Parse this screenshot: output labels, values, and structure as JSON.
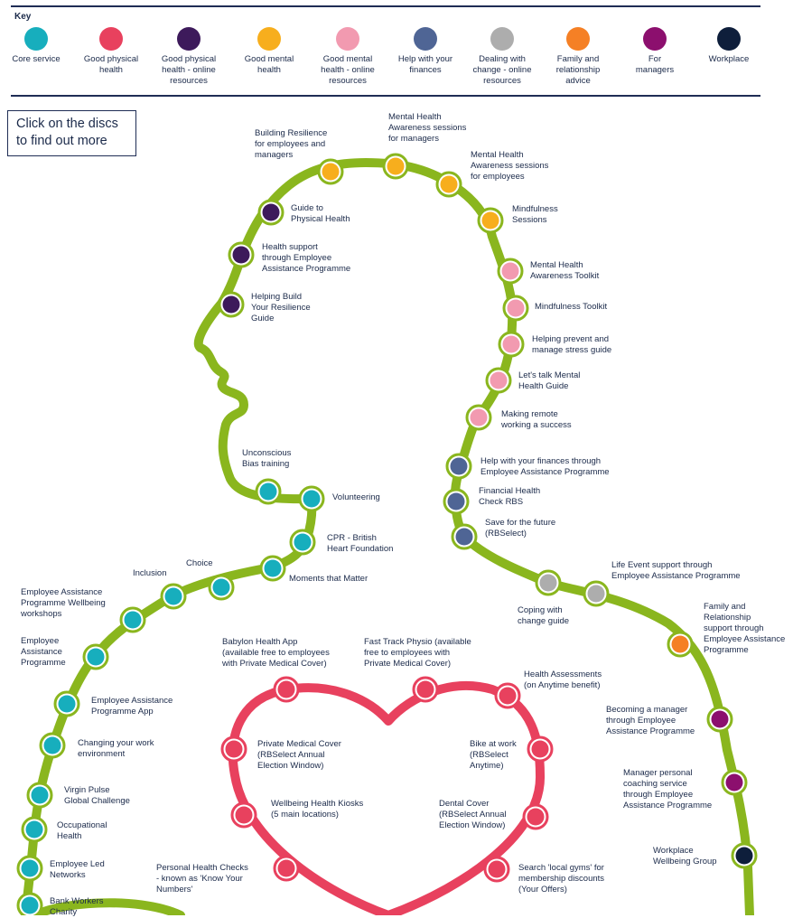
{
  "key": {
    "title": "Key",
    "items": [
      {
        "label": "Core service",
        "color": "#17aebd"
      },
      {
        "label": "Good physical\nhealth",
        "color": "#e8415e"
      },
      {
        "label": "Good physical\nhealth - online\nresources",
        "color": "#3d1a5b"
      },
      {
        "label": "Good mental\nhealth",
        "color": "#f7ae1d"
      },
      {
        "label": "Good mental\nhealth - online\nresources",
        "color": "#f29ab0"
      },
      {
        "label": "Help with your\nfinances",
        "color": "#4f6595"
      },
      {
        "label": "Dealing with\nchange - online\nresources",
        "color": "#adadad"
      },
      {
        "label": "Family and\nrelationship\nadvice",
        "color": "#f58025"
      },
      {
        "label": "For\nmanagers",
        "color": "#8c0f6e"
      },
      {
        "label": "Workplace",
        "color": "#0e1e3b"
      }
    ]
  },
  "instruction": "Click on the discs\nto find out more",
  "line_color": "#8ab61e",
  "heart_color": "#e8415e",
  "stops": [
    {
      "label": "Building Resilience\nfor employees and\nmanagers",
      "color": "#f7ae1d"
    },
    {
      "label": "Mental Health\nAwareness sessions\nfor managers",
      "color": "#f7ae1d"
    },
    {
      "label": "Mental Health\nAwareness sessions\nfor employees",
      "color": "#f7ae1d"
    },
    {
      "label": "Mindfulness\nSessions",
      "color": "#f7ae1d"
    },
    {
      "label": "Guide to\nPhysical Health",
      "color": "#3d1a5b"
    },
    {
      "label": "Health support\nthrough Employee\nAssistance Programme",
      "color": "#3d1a5b"
    },
    {
      "label": "Helping Build\nYour Resilience\nGuide",
      "color": "#3d1a5b"
    },
    {
      "label": "Mental Health\nAwareness Toolkit",
      "color": "#f29ab0"
    },
    {
      "label": "Mindfulness Toolkit",
      "color": "#f29ab0"
    },
    {
      "label": "Helping prevent and\nmanage stress guide",
      "color": "#f29ab0"
    },
    {
      "label": "Let's talk Mental\nHealth Guide",
      "color": "#f29ab0"
    },
    {
      "label": "Making remote\nworking a success",
      "color": "#f29ab0"
    },
    {
      "label": "Help with your finances through\nEmployee Assistance Programme",
      "color": "#4f6595"
    },
    {
      "label": "Financial Health\nCheck RBS",
      "color": "#4f6595"
    },
    {
      "label": "Save for the future\n(RBSelect)",
      "color": "#4f6595"
    },
    {
      "label": "Unconscious\nBias training",
      "color": "#17aebd"
    },
    {
      "label": "Volunteering",
      "color": "#17aebd"
    },
    {
      "label": "CPR - British\nHeart Foundation",
      "color": "#17aebd"
    },
    {
      "label": "Moments that Matter",
      "color": "#17aebd"
    },
    {
      "label": "Choice",
      "color": "#17aebd"
    },
    {
      "label": "Inclusion",
      "color": "#17aebd"
    },
    {
      "label": "Employee Assistance\nProgramme Wellbeing\nworkshops",
      "color": "#17aebd"
    },
    {
      "label": "Employee\nAssistance\nProgramme",
      "color": "#17aebd"
    },
    {
      "label": "Employee Assistance\nProgramme App",
      "color": "#17aebd"
    },
    {
      "label": "Changing your work\nenvironment",
      "color": "#17aebd"
    },
    {
      "label": "Virgin Pulse\nGlobal Challenge",
      "color": "#17aebd"
    },
    {
      "label": "Occupational\nHealth",
      "color": "#17aebd"
    },
    {
      "label": "Employee Led\nNetworks",
      "color": "#17aebd"
    },
    {
      "label": "Bank Workers\nCharity",
      "color": "#17aebd"
    },
    {
      "label": "Coping with\nchange guide",
      "color": "#adadad"
    },
    {
      "label": "Life Event support through\nEmployee Assistance Programme",
      "color": "#adadad"
    },
    {
      "label": "Family and\nRelationship\nsupport through\nEmployee Assistance\nProgramme",
      "color": "#f58025"
    },
    {
      "label": "Becoming a manager\nthrough Employee\nAssistance Programme",
      "color": "#8c0f6e"
    },
    {
      "label": "Manager personal\ncoaching service\nthrough Employee\nAssistance Programme",
      "color": "#8c0f6e"
    },
    {
      "label": "Workplace\nWellbeing Group",
      "color": "#0e1e3b"
    },
    {
      "label": "Babylon Health App\n(available free to employees\nwith Private Medical Cover)",
      "color": "#e8415e"
    },
    {
      "label": "Fast Track Physio (available\nfree to employees with\nPrivate Medical Cover)",
      "color": "#e8415e"
    },
    {
      "label": "Health Assessments\n(on Anytime benefit)",
      "color": "#e8415e"
    },
    {
      "label": "Private Medical Cover\n(RBSelect Annual\nElection Window)",
      "color": "#e8415e"
    },
    {
      "label": "Bike at work\n(RBSelect\nAnytime)",
      "color": "#e8415e"
    },
    {
      "label": "Wellbeing Health Kiosks\n(5 main locations)",
      "color": "#e8415e"
    },
    {
      "label": "Dental Cover\n(RBSelect Annual\nElection Window)",
      "color": "#e8415e"
    },
    {
      "label": "Personal Health Checks\n- known as 'Know Your\nNumbers'",
      "color": "#e8415e"
    },
    {
      "label": "Search 'local gyms' for\nmembership discounts\n(Your Offers)",
      "color": "#e8415e"
    }
  ]
}
